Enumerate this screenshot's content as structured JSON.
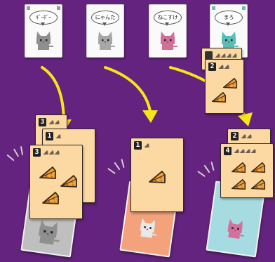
{
  "cats": [
    {
      "speech": "ｷﾞｰﾎﾞｰ",
      "color": "#8f8f8f"
    },
    {
      "speech": "にゃんた",
      "color": "#a7a7a7"
    },
    {
      "speech": "ねこすけ",
      "color": "#cf6f9a"
    },
    {
      "speech": "まろ",
      "color": "#58bfb4"
    }
  ],
  "stacks": {
    "left": {
      "cards": [
        "3",
        "1",
        "3"
      ]
    },
    "middle": {
      "cards": [
        "1"
      ]
    },
    "right_queue": {
      "cards": [
        "",
        "2"
      ]
    },
    "right": {
      "cards": [
        "2",
        "4"
      ]
    }
  },
  "colors": {
    "background": "#64237e",
    "cheese_card": "#fcd8a3",
    "arrow": "#f5e61a",
    "left_base": "#bfbfbf",
    "middle_base": "#f4a27c",
    "right_base": "#a6dce1"
  }
}
